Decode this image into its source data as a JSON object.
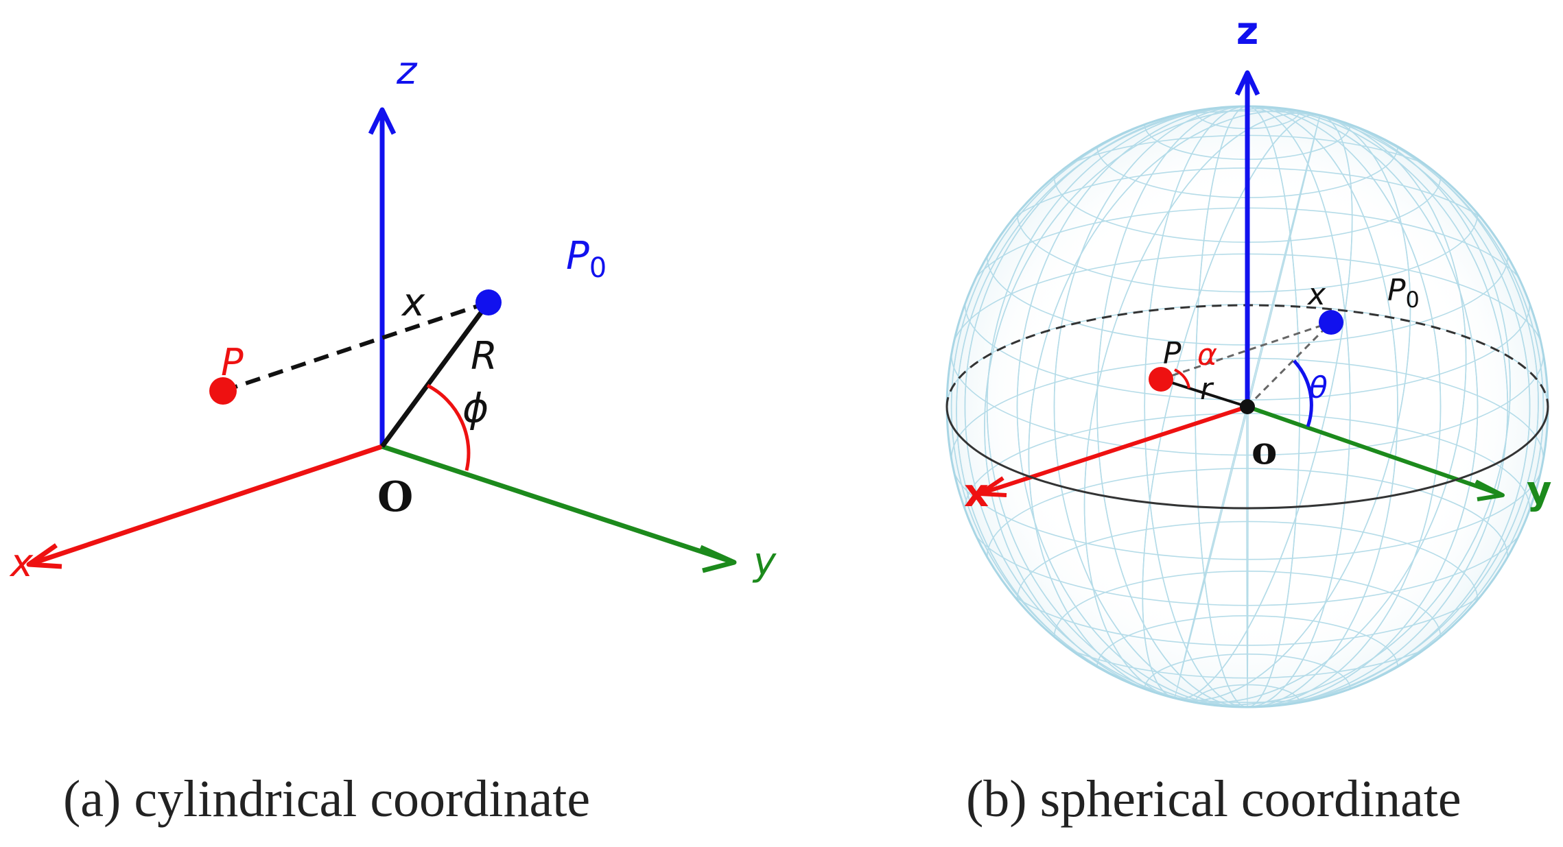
{
  "colors": {
    "x_axis": "#ee1111",
    "y_axis": "#1c8a1c",
    "z_axis": "#1111ee",
    "point_P": "#ee1111",
    "point_P0": "#1111ee",
    "sphere_mesh": "#a9d6e5",
    "text": "#111111"
  },
  "panel_a": {
    "caption": "(a) cylindrical coordinate",
    "axis_x": "x",
    "axis_y": "y",
    "axis_z": "z",
    "origin": "O",
    "point_p": "P",
    "point_p0_base": "P",
    "point_p0_sub": "0",
    "seg_x": "x",
    "seg_R": "R",
    "angle_phi": "ϕ"
  },
  "panel_b": {
    "caption": "(b) spherical coordinate",
    "axis_x": "x",
    "axis_y": "y",
    "axis_z": "z",
    "origin": "o",
    "point_p": "P",
    "point_p0_base": "P",
    "point_p0_sub": "0",
    "seg_x": "x",
    "seg_r": "r",
    "angle_alpha": "α",
    "angle_theta": "θ"
  }
}
